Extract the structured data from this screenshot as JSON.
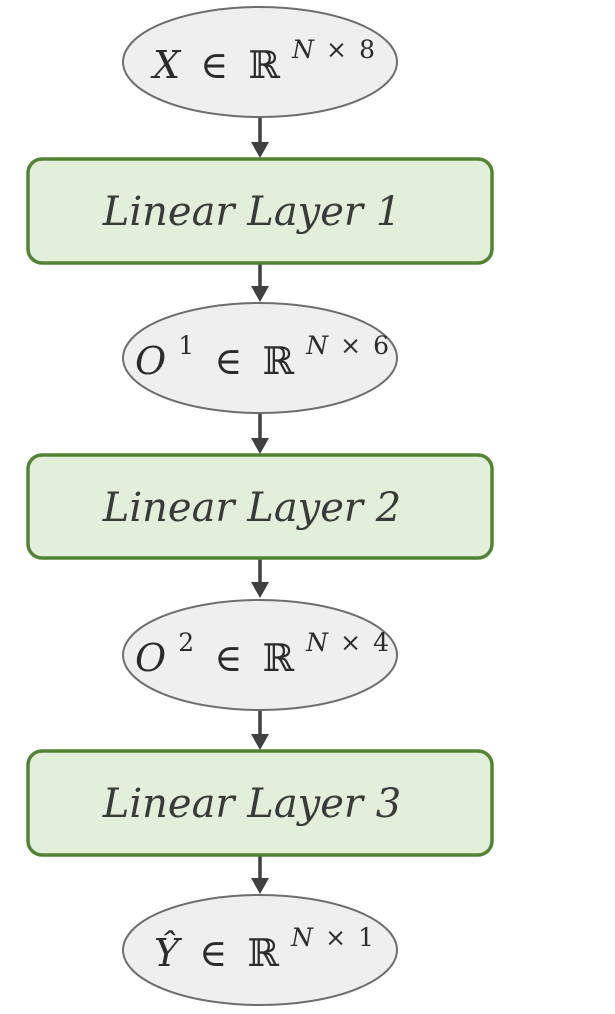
{
  "nodes": {
    "input": {
      "symbol": "X",
      "member": "∈",
      "space": "ℝ",
      "dim_symbol": "N",
      "times": "×",
      "dim_value": "8"
    },
    "layer1": {
      "label": "Linear Layer 1"
    },
    "output1": {
      "symbol": "O",
      "index": "1",
      "member": "∈",
      "space": "ℝ",
      "dim_symbol": "N",
      "times": "×",
      "dim_value": "6"
    },
    "layer2": {
      "label": "Linear Layer 2"
    },
    "output2": {
      "symbol": "O",
      "index": "2",
      "member": "∈",
      "space": "ℝ",
      "dim_symbol": "N",
      "times": "×",
      "dim_value": "4"
    },
    "layer3": {
      "label": "Linear Layer 3"
    },
    "prediction": {
      "symbol": "Ŷ",
      "member": "∈",
      "space": "ℝ",
      "dim_symbol": "N",
      "times": "×",
      "dim_value": "1"
    }
  },
  "colors": {
    "layer_fill": "#e2efda",
    "layer_border": "#548235",
    "tensor_fill": "#efefef",
    "tensor_border": "#6e6e6e",
    "arrow": "#404040"
  }
}
